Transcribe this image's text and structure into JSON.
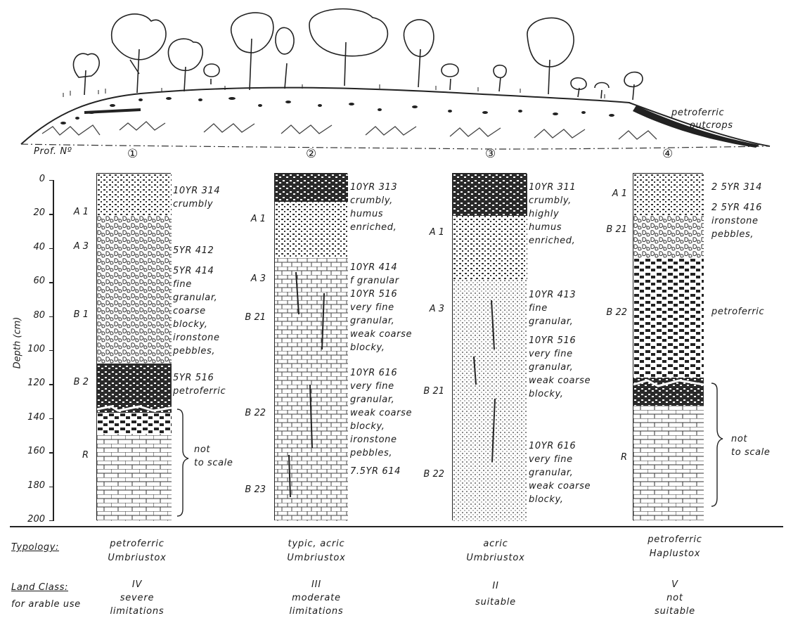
{
  "landscape": {
    "prof_label": "Prof. Nº",
    "outcrop_label_1": "petroferric",
    "outcrop_label_2": "outcrops",
    "profile_numbers": [
      "①",
      "②",
      "③",
      "④"
    ]
  },
  "axis": {
    "label": "Depth (cm)",
    "ticks": [
      "0",
      "20",
      "40",
      "60",
      "80",
      "100",
      "120",
      "140",
      "160",
      "180",
      "200"
    ]
  },
  "profiles": [
    {
      "horizons": [
        {
          "name": "A 1",
          "depth": 20
        },
        {
          "name": "A 3",
          "depth": 40
        },
        {
          "name": "B 1",
          "depth": 80
        },
        {
          "name": "B 2",
          "depth": 120
        },
        {
          "name": "R",
          "depth": 163
        }
      ],
      "descriptions": [
        {
          "depth": 5,
          "text": "10YR 314\ncrumbly"
        },
        {
          "depth": 40,
          "text": "5YR 412"
        },
        {
          "depth": 52,
          "text": "5YR 414\nfine\ngranular,\ncoarse\nblocky,\nironstone\npebbles,"
        },
        {
          "depth": 115,
          "text": "5YR 516\npetroferric"
        }
      ],
      "scale_note": "not\nto scale",
      "typology": "petroferric\nUmbriustox",
      "land_class": "IV\nsevere\nlimitations"
    },
    {
      "horizons": [
        {
          "name": "A 1",
          "depth": 24
        },
        {
          "name": "A 3",
          "depth": 59
        },
        {
          "name": "B 21",
          "depth": 82
        },
        {
          "name": "B 22",
          "depth": 138
        },
        {
          "name": "B 23",
          "depth": 183
        }
      ],
      "descriptions": [
        {
          "depth": 3,
          "text": "10YR 313\ncrumbly,\nhumus\nenriched,"
        },
        {
          "depth": 50,
          "text": "10YR 414\nf granular\n10YR 516\nvery fine\ngranular,\nweak coarse\nblocky,"
        },
        {
          "depth": 112,
          "text": "10YR 616\nvery fine\ngranular,\nweak coarse\nblocky,\nironstone\npebbles,"
        },
        {
          "depth": 170,
          "text": "7.5YR 614"
        }
      ],
      "typology": "typic, acric\nUmbriustox",
      "land_class": "III\nmoderate\nlimitations"
    },
    {
      "horizons": [
        {
          "name": "A 1",
          "depth": 32
        },
        {
          "name": "A 3",
          "depth": 77
        },
        {
          "name": "B 21",
          "depth": 125
        },
        {
          "name": "B 22",
          "depth": 174
        }
      ],
      "descriptions": [
        {
          "depth": 3,
          "text": "10YR 311\ncrumbly,\nhighly\nhumus\nenriched,"
        },
        {
          "depth": 66,
          "text": "10YR 413\nfine\ngranular,"
        },
        {
          "depth": 93,
          "text": "10YR 516\nvery fine\ngranular,\nweak coarse\nblocky,"
        },
        {
          "depth": 155,
          "text": "10YR 616\nvery fine\ngranular,\nweak coarse\nblocky,"
        }
      ],
      "typology": "acric\nUmbriustox",
      "land_class": "II\nsuitable"
    },
    {
      "horizons": [
        {
          "name": "A 1",
          "depth": 9
        },
        {
          "name": "B 21",
          "depth": 30
        },
        {
          "name": "B 22",
          "depth": 79
        },
        {
          "name": "R",
          "depth": 164
        }
      ],
      "descriptions": [
        {
          "depth": 3,
          "text": "2 5YR 314"
        },
        {
          "depth": 15,
          "text": "2 5YR 416\nironstone\npebbles,"
        },
        {
          "depth": 76,
          "text": "petroferric"
        }
      ],
      "scale_note": "not\nto scale",
      "typology": "petroferric\nHaplustox",
      "land_class": "V\nnot\nsuitable"
    }
  ],
  "footer": {
    "typology_label": "Typology:",
    "land_class_label": "Land Class:",
    "land_class_sub": "for arable use"
  }
}
